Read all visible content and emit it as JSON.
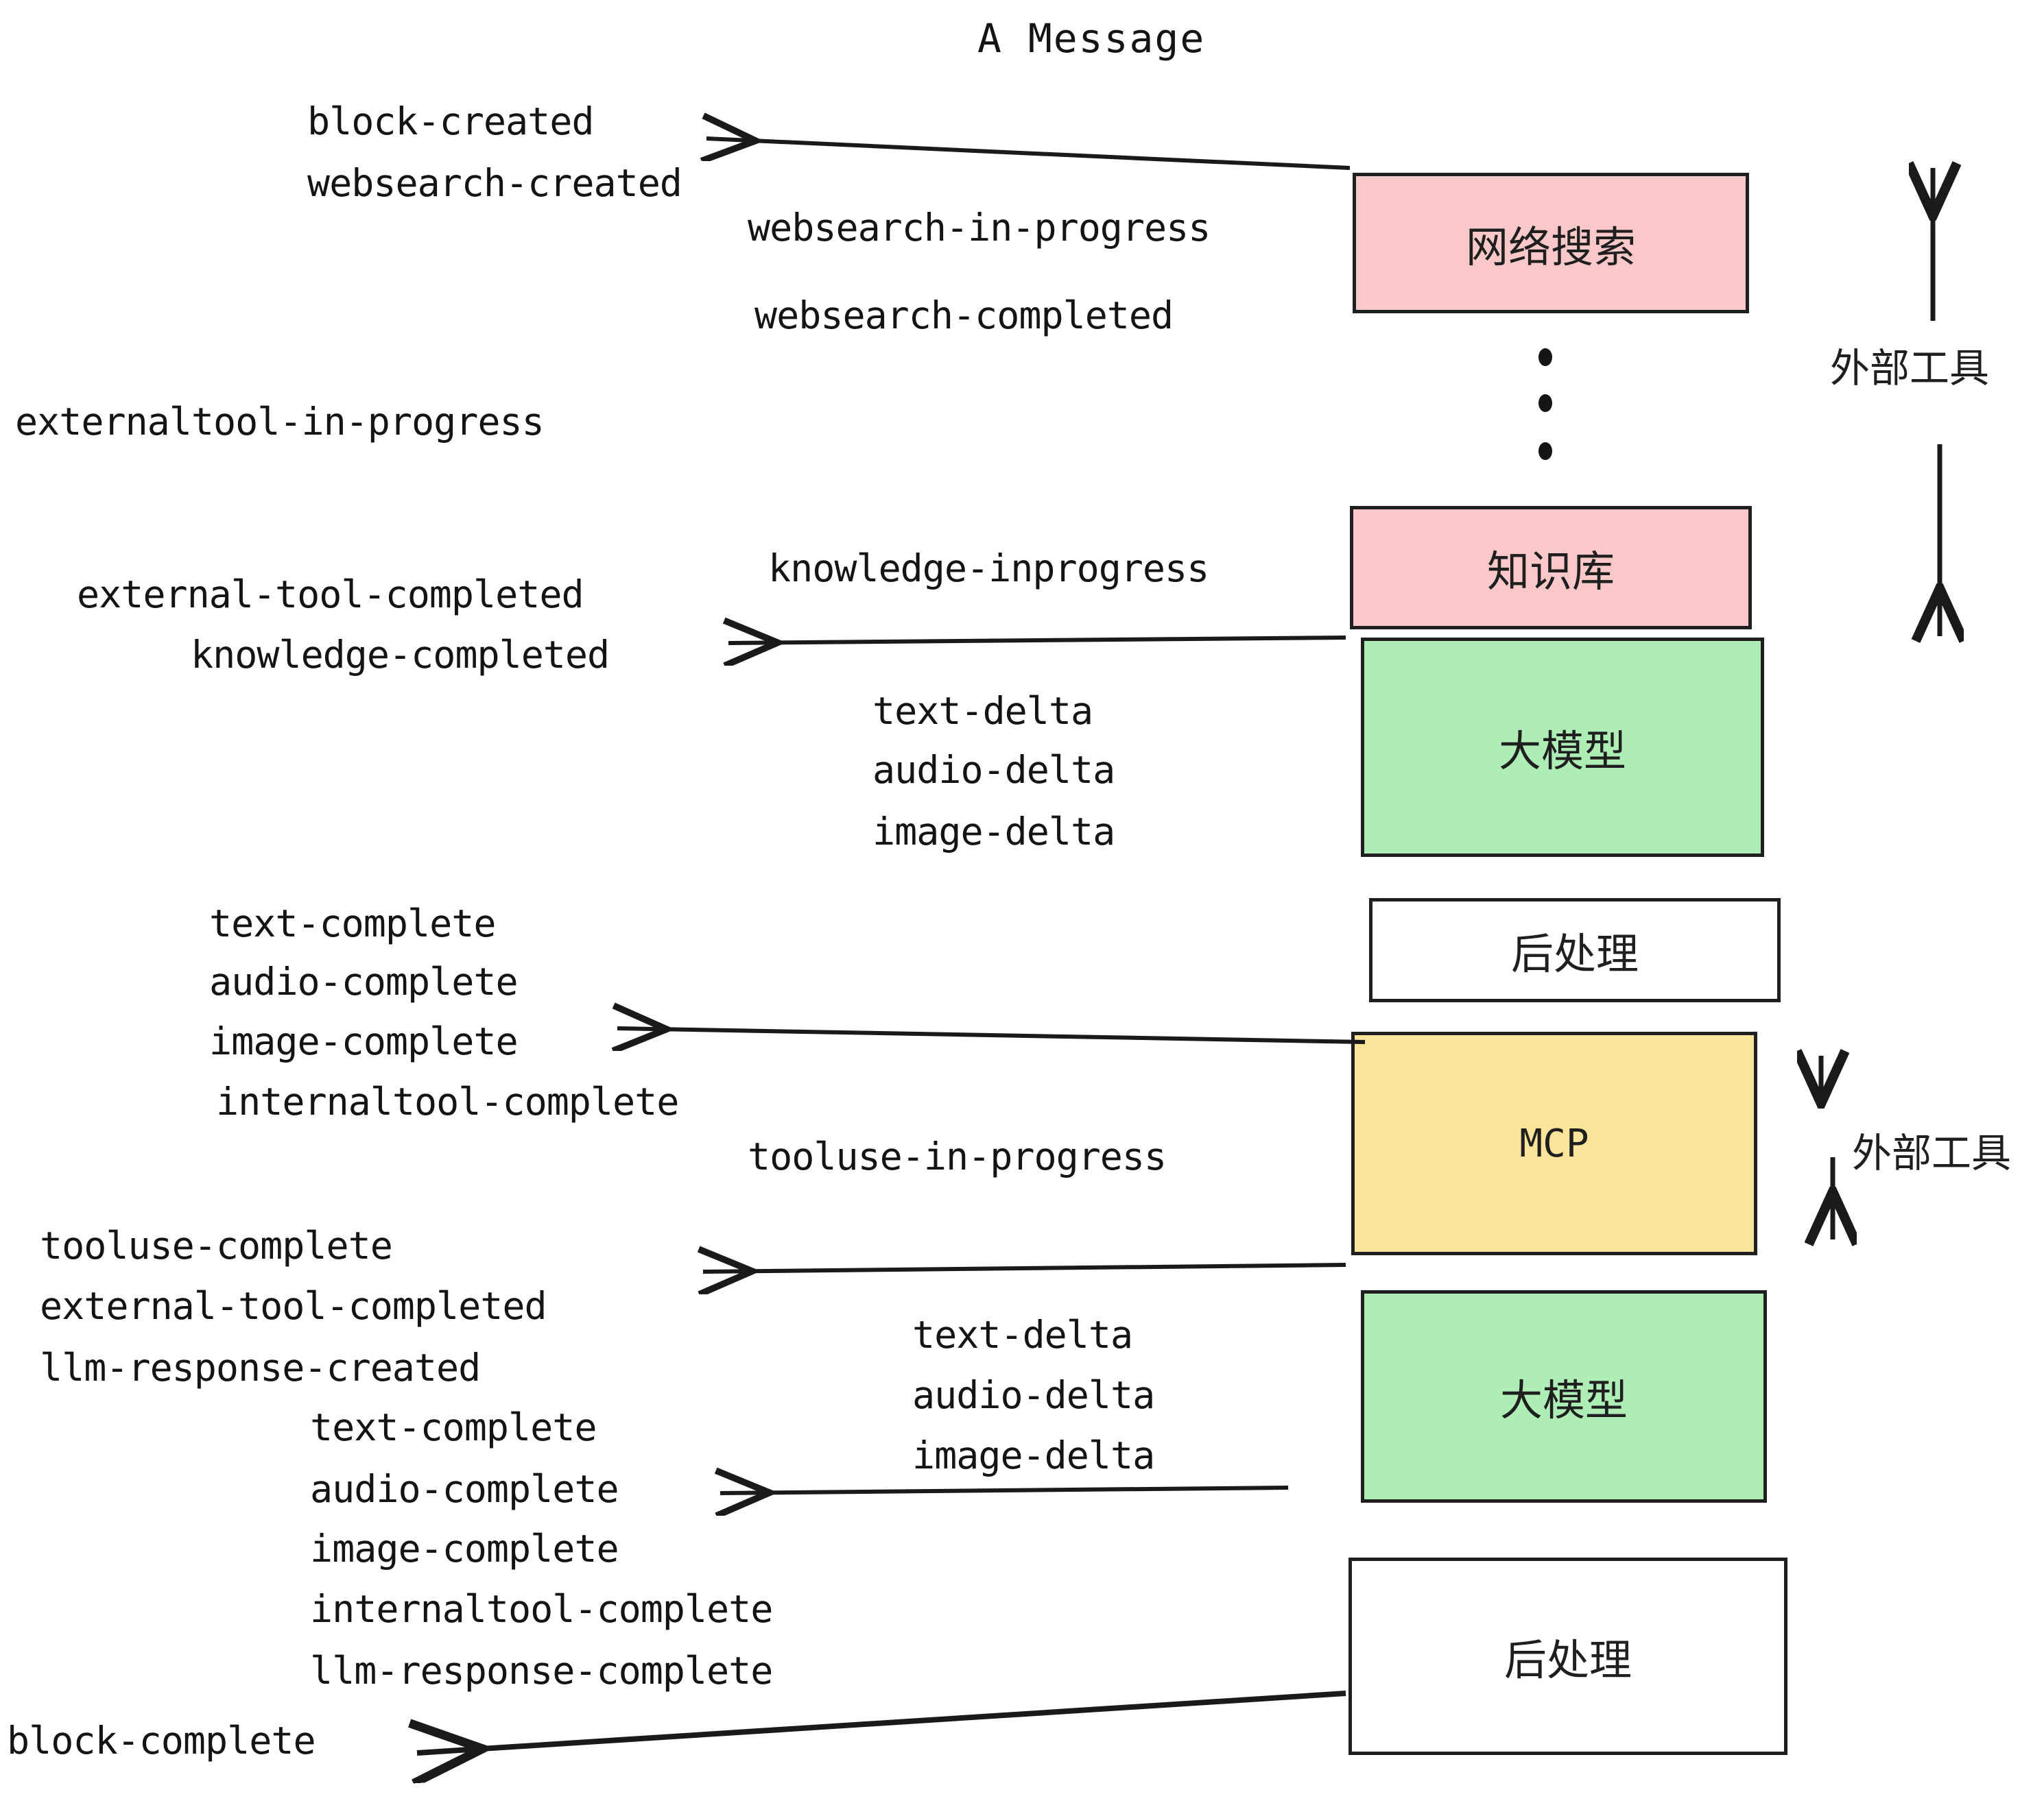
{
  "title": "A Message",
  "boxes": [
    {
      "id": "websearch",
      "label": "网络搜索",
      "color": "#fac8c8"
    },
    {
      "id": "knowledge",
      "label": "知识库",
      "color": "#fac8c8"
    },
    {
      "id": "llm-top",
      "label": "大模型",
      "color": "#aeeeb6"
    },
    {
      "id": "postprocess-top",
      "label": "后处理",
      "color": "#ffffff"
    },
    {
      "id": "mcp",
      "label": "MCP",
      "color": "#fae49a"
    },
    {
      "id": "llm-bottom",
      "label": "大模型",
      "color": "#aeeeb6"
    },
    {
      "id": "postprocess-bottom",
      "label": "后处理",
      "color": "#ffffff"
    }
  ],
  "side_labels": {
    "external_tools_top": "外部工具",
    "external_tools_bottom": "外部工具"
  },
  "events": {
    "block_created": "block-created",
    "websearch_created": "websearch-created",
    "websearch_in_progress": "websearch-in-progress",
    "websearch_completed": "websearch-completed",
    "externaltool_in_progress": "externaltool-in-progress",
    "knowledge_inprogress": "knowledge-inprogress",
    "external_tool_completed_1": "external-tool-completed",
    "knowledge_completed": "knowledge-completed",
    "text_delta_1": "text-delta",
    "audio_delta_1": "audio-delta",
    "image_delta_1": "image-delta",
    "text_complete_1": "text-complete",
    "audio_complete_1": "audio-complete",
    "image_complete_1": "image-complete",
    "internaltool_complete_1": "internaltool-complete",
    "tooluse_in_progress": "tooluse-in-progress",
    "tooluse_complete": "tooluse-complete",
    "external_tool_completed_2": "external-tool-completed",
    "llm_response_created": "llm-response-created",
    "text_delta_2": "text-delta",
    "audio_delta_2": "audio-delta",
    "image_delta_2": "image-delta",
    "text_complete_2": "text-complete",
    "audio_complete_2": "audio-complete",
    "image_complete_2": "image-complete",
    "internaltool_complete_2": "internaltool-complete",
    "llm_response_complete": "llm-response-complete",
    "block_complete": "block-complete"
  },
  "colors": {
    "pink": "#fac8c8",
    "green": "#aeeeb6",
    "yellow": "#fae49a",
    "white": "#ffffff",
    "stroke": "#1f1f1f",
    "text": "#141414"
  }
}
